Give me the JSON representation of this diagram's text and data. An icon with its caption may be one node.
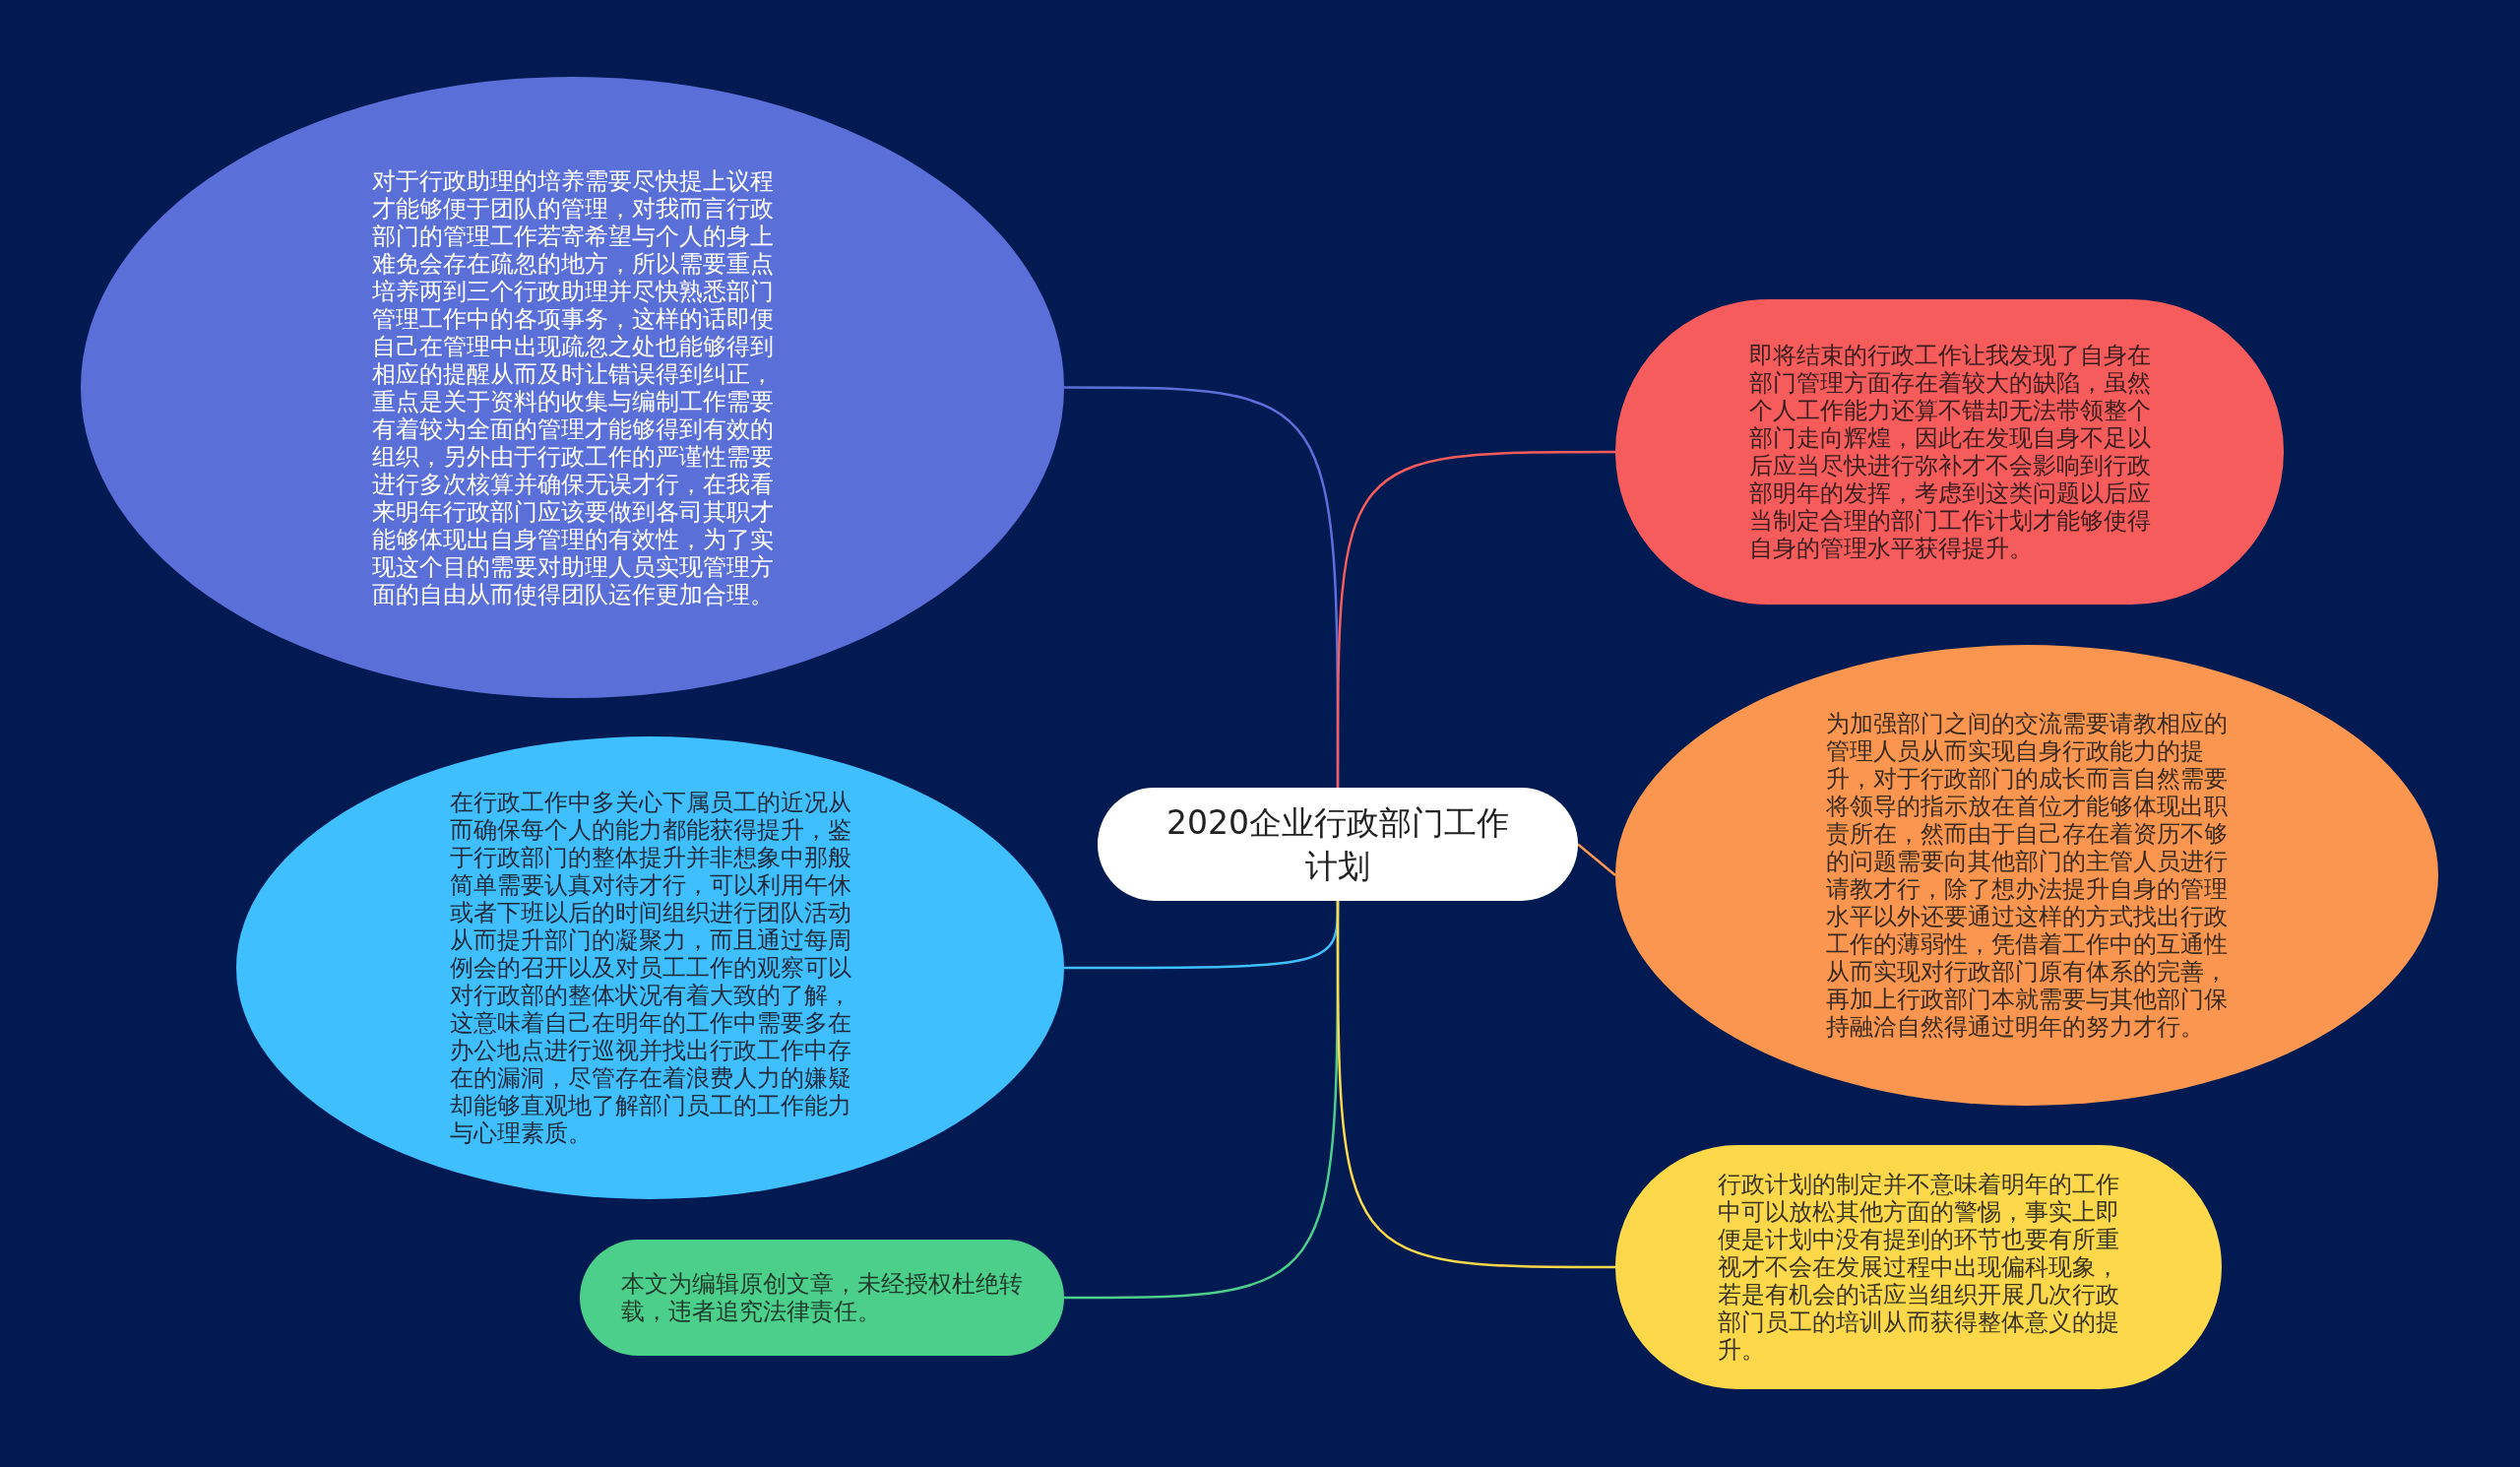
{
  "diagram": {
    "nodes": [
      {
        "text": [
          "2020企业行政部门工作计划"
        ]
      },
      {
        "text": [
          "对于行政助理的培养需要尽快提上议程才能够便于团队的管理，对我而言行政部门的管理工作若寄希望与个人的身上难免会存在疏忽的地方，所以需要重点培养两到三个行政助理并尽快熟悉部门管理工作中的各项事务，这样的话即便自己在管理中出现疏忽之处也能够得到相应的提醒从而及时让错误得到纠正，重点是关于资料的收集与编制工作需要有着较为全面的管理才能够得到有效的组织，另外由于行政工作的严谨性需要进行多次核算并确保无误才行，在我看来明年行政部门应该要做到各司其职才能够体现出自身管理的有效性，为了实现这个目的需要对助理人员实现管理方面的自由从而使得团队运作更加合理。"
        ]
      },
      {
        "text": [
          "在行政工作中多关心下属员工的近况从而确保每个人的能力都能获得提升，鉴于行政部门的整体提升并非想象中那般简单需要认真对待才行，可以利用午休或者下班以后的时间组织进行团队活动从而提升部门的凝聚力，而且通过每周例会的召开以及对员工工作的观察可以对行政部的整体状况有着大致的了解，这意味着自己在明年的工作中需要多在办公地点进行巡视并找出行政工作中存在的漏洞，尽管存在着浪费人力的嫌疑却能够直观地了解部门员工的工作能力与心理素质。"
        ]
      },
      {
        "text": [
          "本文为编辑原创文章，未经授权杜绝转载，违者追究法律责任。"
        ]
      },
      {
        "text": [
          "即将结束的行政工作让我发现了自身在部门管理方面存在着较大的缺陷，虽然个人工作能力还算不错却无法带领整个部门走向辉煌，因此在发现自身不足以后应当尽快进行弥补才不会影响到行政部明年的发挥，考虑到这类问题以后应当制定合理的部门工作计划才能够使得自身的管理水平获得提升。"
        ]
      },
      {
        "text": [
          "为加强部门之间的交流需要请教相应的管理人员从而实现自身行政能力的提升，对于行政部门的成长而言自然需要将领导的指示放在首位才能够体现出职责所在，然而由于自己存在着资历不够的问题需要向其他部门的主管人员进行请教才行，除了想办法提升自身的管理水平以外还要通过这样的方式找出行政工作的薄弱性，凭借着工作中的互通性从而实现对行政部门原有体系的完善，再加上行政部门本就需要与其他部门保持融洽自然得通过明年的努力才行。"
        ]
      },
      {
        "text": [
          "行政计划的制定并不意味着明年的工作中可以放松其他方面的警惕，事实上即便是计划中没有提到的环节也要有所重视才不会在发展过程中出现偏科现象，若是有机会的话应当组织开展几次行政部门员工的培训从而获得整体意义的提升。"
        ]
      }
    ],
    "edges": [
      {
        "from": 0,
        "to": 1,
        "arrow": "none",
        "color": "#5a6fd8"
      },
      {
        "from": 0,
        "to": 2,
        "arrow": "none",
        "color": "#40bfff"
      },
      {
        "from": 0,
        "to": 3,
        "arrow": "none",
        "color": "#4ccf8a"
      },
      {
        "from": 0,
        "to": 4,
        "arrow": "none",
        "color": "#f65c5c"
      },
      {
        "from": 0,
        "to": 5,
        "arrow": "none",
        "color": "#fb9650"
      },
      {
        "from": 0,
        "to": 6,
        "arrow": "none",
        "color": "#fdd84a"
      }
    ]
  }
}
